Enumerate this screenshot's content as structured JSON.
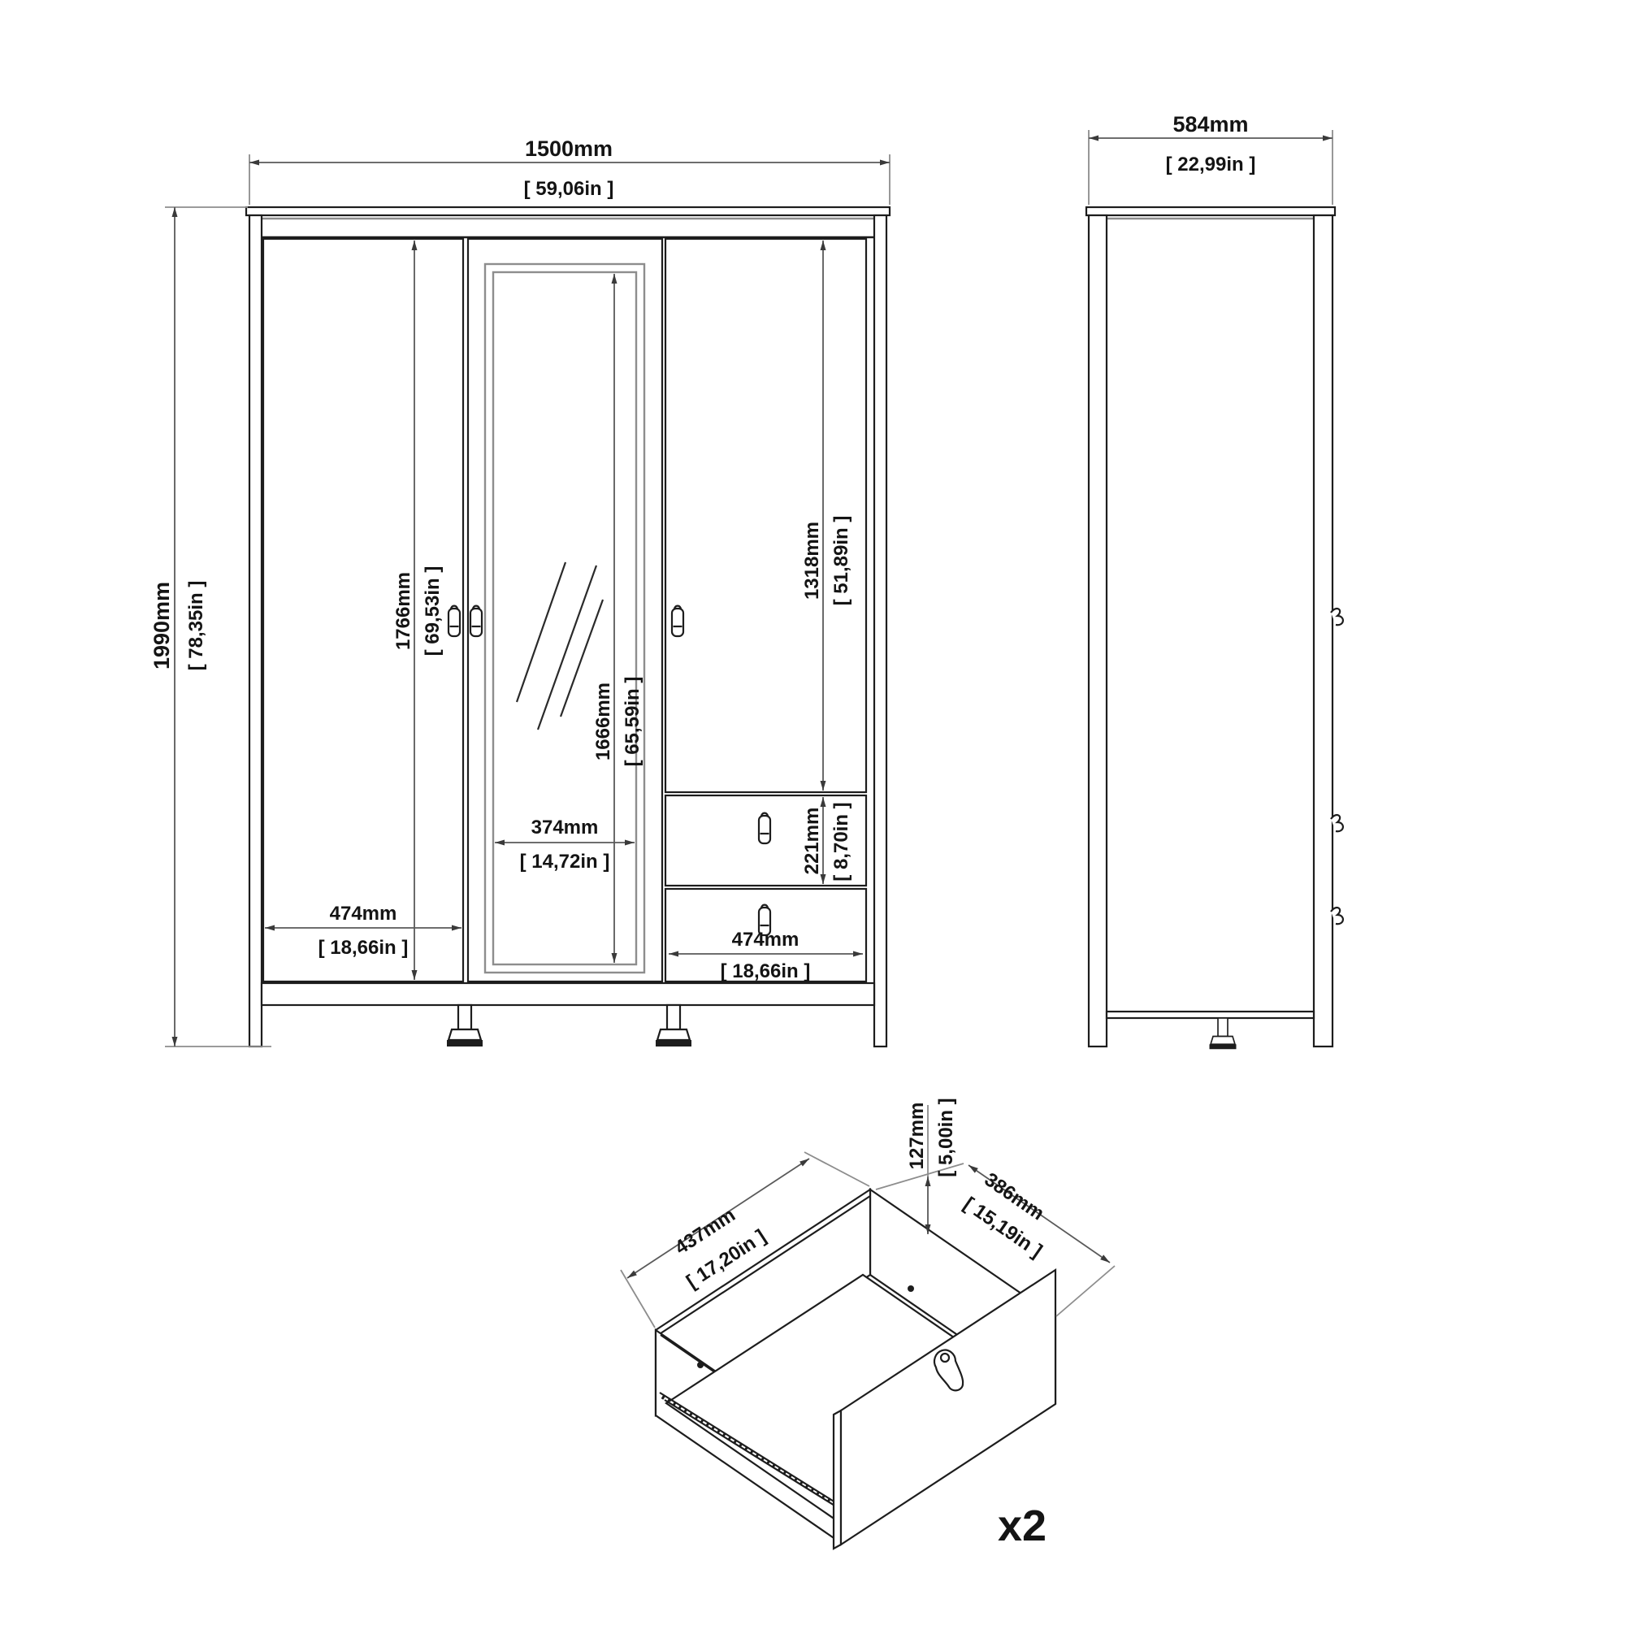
{
  "drawing_title": "wardrobe-technical-drawing",
  "front_view": {
    "width_mm": "1500mm",
    "width_in": "[ 59,06in ]",
    "height_mm": "1990mm",
    "height_in": "[ 78,35in ]",
    "door_height_mm": "1766mm",
    "door_height_in": "[ 69,53in ]",
    "mirror_height_mm": "1666mm",
    "mirror_height_in": "[ 65,59in ]",
    "mirror_width_mm": "374mm",
    "mirror_width_in": "[ 14,72in ]",
    "right_door_height_mm": "1318mm",
    "right_door_height_in": "[ 51,89in ]",
    "drawer_front_height_mm": "221mm",
    "drawer_front_height_in": "[ 8,70in ]",
    "left_door_width_mm": "474mm",
    "left_door_width_in": "[ 18,66in ]",
    "drawer_width_mm": "474mm",
    "drawer_width_in": "[ 18,66in ]"
  },
  "side_view": {
    "depth_mm": "584mm",
    "depth_in": "[ 22,99in ]"
  },
  "drawer_detail": {
    "depth_mm": "437mm",
    "depth_in": "[ 17,20in ]",
    "width_mm": "386mm",
    "width_in": "[ 15,19in ]",
    "front_height_mm": "127mm",
    "front_height_in": "[ 5,00in ]",
    "quantity": "x2"
  },
  "colors": {
    "background": "#ffffff",
    "outline": "#1d1d1d",
    "dimension_line": "#5a5a5a",
    "frame_gray": "#8d8d8d",
    "text": "#141414"
  }
}
